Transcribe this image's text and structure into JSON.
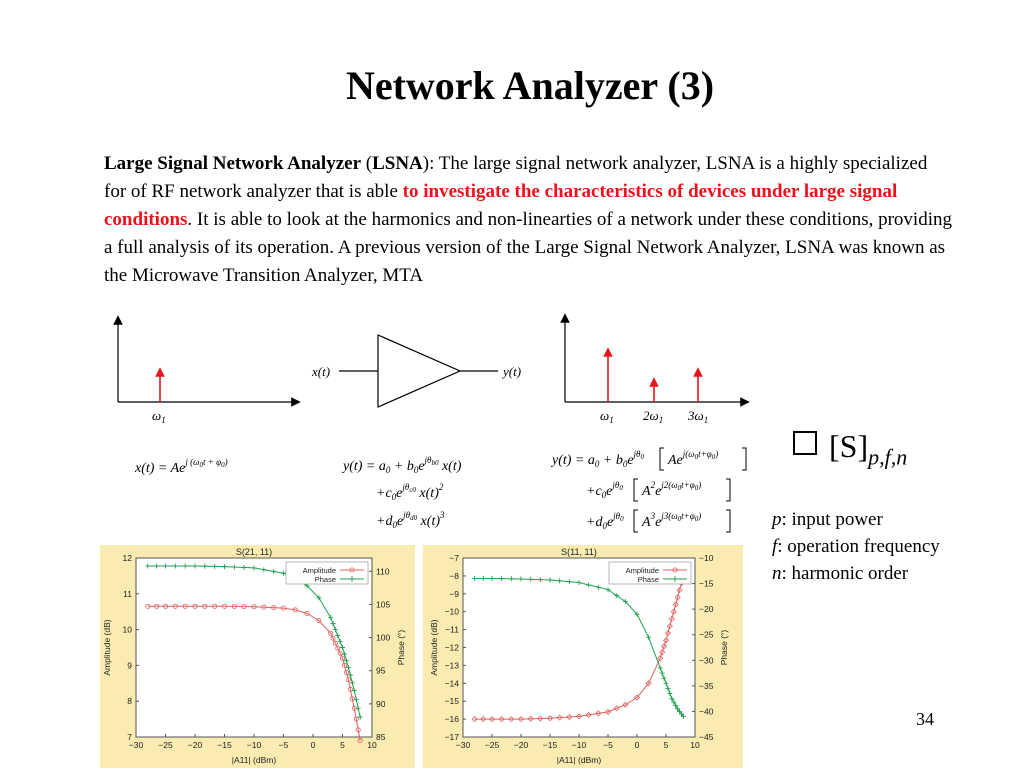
{
  "slide": {
    "title": "Network Analyzer (3)",
    "page_number": "34"
  },
  "paragraph": {
    "term_bold": "Large Signal Network Analyzer",
    "paren_open": " (",
    "acronym_bold": "LSNA",
    "paren_close": "):   ",
    "text1": "The large signal network analyzer, LSNA is a highly specialized for of RF network analyzer that is able ",
    "highlight": "to investigate the characteristics of devices under large signal conditions",
    "text2": ". It is able to look at the harmonics and non-linearties of a network under these conditions, providing a full analysis of its operation. A previous version of the Large Signal Network Analyzer, LSNA was known as the Microwave Transition Analyzer, MTA"
  },
  "diagram": {
    "input_label": "x(t)",
    "output_label": "y(t)",
    "omega1": "ω",
    "omega_sub": "1",
    "h2": "2ω",
    "h3": "3ω",
    "eq_input": "x(t) = Ae^{j(ω0 t + φ0)}",
    "eq_output_general": "y(t) = a0 + b0 e^{jθb0} x(t) + c0 e^{jθc0} x(t)^2 + d0 e^{jθd0} x(t)^3",
    "eq_output_substituted": "y(t) = a0 + b0 e^{jθ0}[Ae^{j(ω0 t+φ0)}] + c0 e^{jθ0}[A^2 e^{j2(ω0 t+φ0)}] + d0 e^{jθ0}[A^3 e^{j3(ω0 t+φ0)}]"
  },
  "sparam": {
    "symbol": "[S]",
    "subscript": "p,f,n",
    "items": [
      {
        "sym": "p",
        "text": ": input power"
      },
      {
        "sym": "f",
        "text": ": operation frequency"
      },
      {
        "sym": "n",
        "text": ": harmonic order"
      }
    ]
  },
  "chart_data": [
    {
      "type": "line",
      "title": "S(21, 11)",
      "xlabel": "|A11| (dBm)",
      "ylabel": "Amplitude (dB)",
      "y2label": "Phase (°)",
      "xlim": [
        -30,
        10
      ],
      "ylim": [
        7,
        12
      ],
      "y2lim": [
        85,
        112
      ],
      "xticks": [
        -30,
        -25,
        -20,
        -15,
        -10,
        -5,
        0,
        5,
        10
      ],
      "yticks": [
        7,
        8,
        9,
        10,
        11,
        12
      ],
      "y2ticks": [
        85,
        90,
        95,
        100,
        105,
        110
      ],
      "legend": [
        "Amplitude",
        "Phase"
      ],
      "legend_position": "top-right",
      "series": [
        {
          "name": "Amplitude",
          "axis": "left",
          "color": "#e06060",
          "marker": "circle",
          "x": [
            -28,
            -25,
            -20,
            -15,
            -10,
            -5,
            -3,
            -1,
            1,
            3,
            5,
            6,
            7,
            8
          ],
          "y": [
            10.65,
            10.65,
            10.65,
            10.65,
            10.64,
            10.6,
            10.55,
            10.45,
            10.25,
            9.9,
            9.2,
            8.6,
            7.8,
            6.9
          ]
        },
        {
          "name": "Phase",
          "axis": "right",
          "color": "#20a050",
          "marker": "plus",
          "x": [
            -28,
            -25,
            -20,
            -15,
            -10,
            -5,
            -3,
            -1,
            1,
            3,
            5,
            6,
            7,
            8
          ],
          "y": [
            110.8,
            110.8,
            110.8,
            110.7,
            110.5,
            109.7,
            109.0,
            107.8,
            106.0,
            103.0,
            98.5,
            95.5,
            92.0,
            88.0
          ]
        }
      ]
    },
    {
      "type": "line",
      "title": "S(11, 11)",
      "xlabel": "|A11| (dBm)",
      "ylabel": "Amplitude (dB)",
      "y2label": "Phase (°)",
      "xlim": [
        -30,
        10
      ],
      "ylim": [
        -17,
        -7
      ],
      "y2lim": [
        -45,
        -10
      ],
      "xticks": [
        -30,
        -25,
        -20,
        -15,
        -10,
        -5,
        0,
        5,
        10
      ],
      "yticks": [
        -17,
        -16,
        -15,
        -14,
        -13,
        -12,
        -11,
        -10,
        -9,
        -8,
        -7
      ],
      "y2ticks": [
        -45,
        -40,
        -35,
        -30,
        -25,
        -20,
        -15,
        -10
      ],
      "legend": [
        "Amplitude",
        "Phase"
      ],
      "legend_position": "top-right",
      "series": [
        {
          "name": "Amplitude",
          "axis": "left",
          "color": "#e06060",
          "marker": "diamond",
          "x": [
            -28,
            -25,
            -20,
            -15,
            -10,
            -5,
            -2,
            0,
            2,
            4,
            5,
            6,
            7,
            8
          ],
          "y": [
            -16.0,
            -16.0,
            -16.0,
            -15.95,
            -15.85,
            -15.6,
            -15.2,
            -14.8,
            -14.0,
            -12.6,
            -11.6,
            -10.4,
            -9.2,
            -8.0
          ]
        },
        {
          "name": "Phase",
          "axis": "right",
          "color": "#20a050",
          "marker": "plus",
          "x": [
            -28,
            -25,
            -20,
            -15,
            -10,
            -5,
            -2,
            0,
            2,
            4,
            5,
            6,
            7,
            8
          ],
          "y": [
            -14.0,
            -14.0,
            -14.1,
            -14.3,
            -14.8,
            -16.2,
            -18.5,
            -21.0,
            -25.5,
            -31.5,
            -34.5,
            -37.5,
            -39.5,
            -41.0
          ]
        }
      ]
    }
  ]
}
